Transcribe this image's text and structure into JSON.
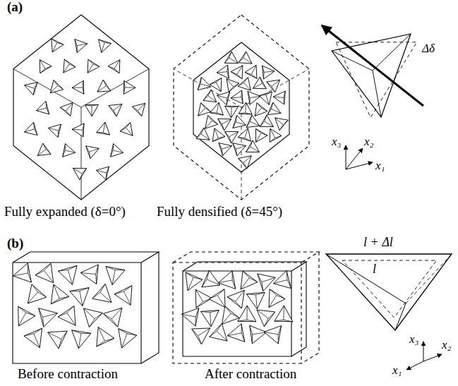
{
  "diagram": {
    "labels": [
      "(a)",
      "Fully expanded (δ=0°)",
      "Fully densified (δ=45°)",
      "Δδ",
      "x₃",
      "x₂",
      "x₁",
      "(b)",
      "l + Δl",
      "l",
      "x₃",
      "x₁",
      "x₂",
      "Before contraction",
      "After contraction"
    ]
  }
}
